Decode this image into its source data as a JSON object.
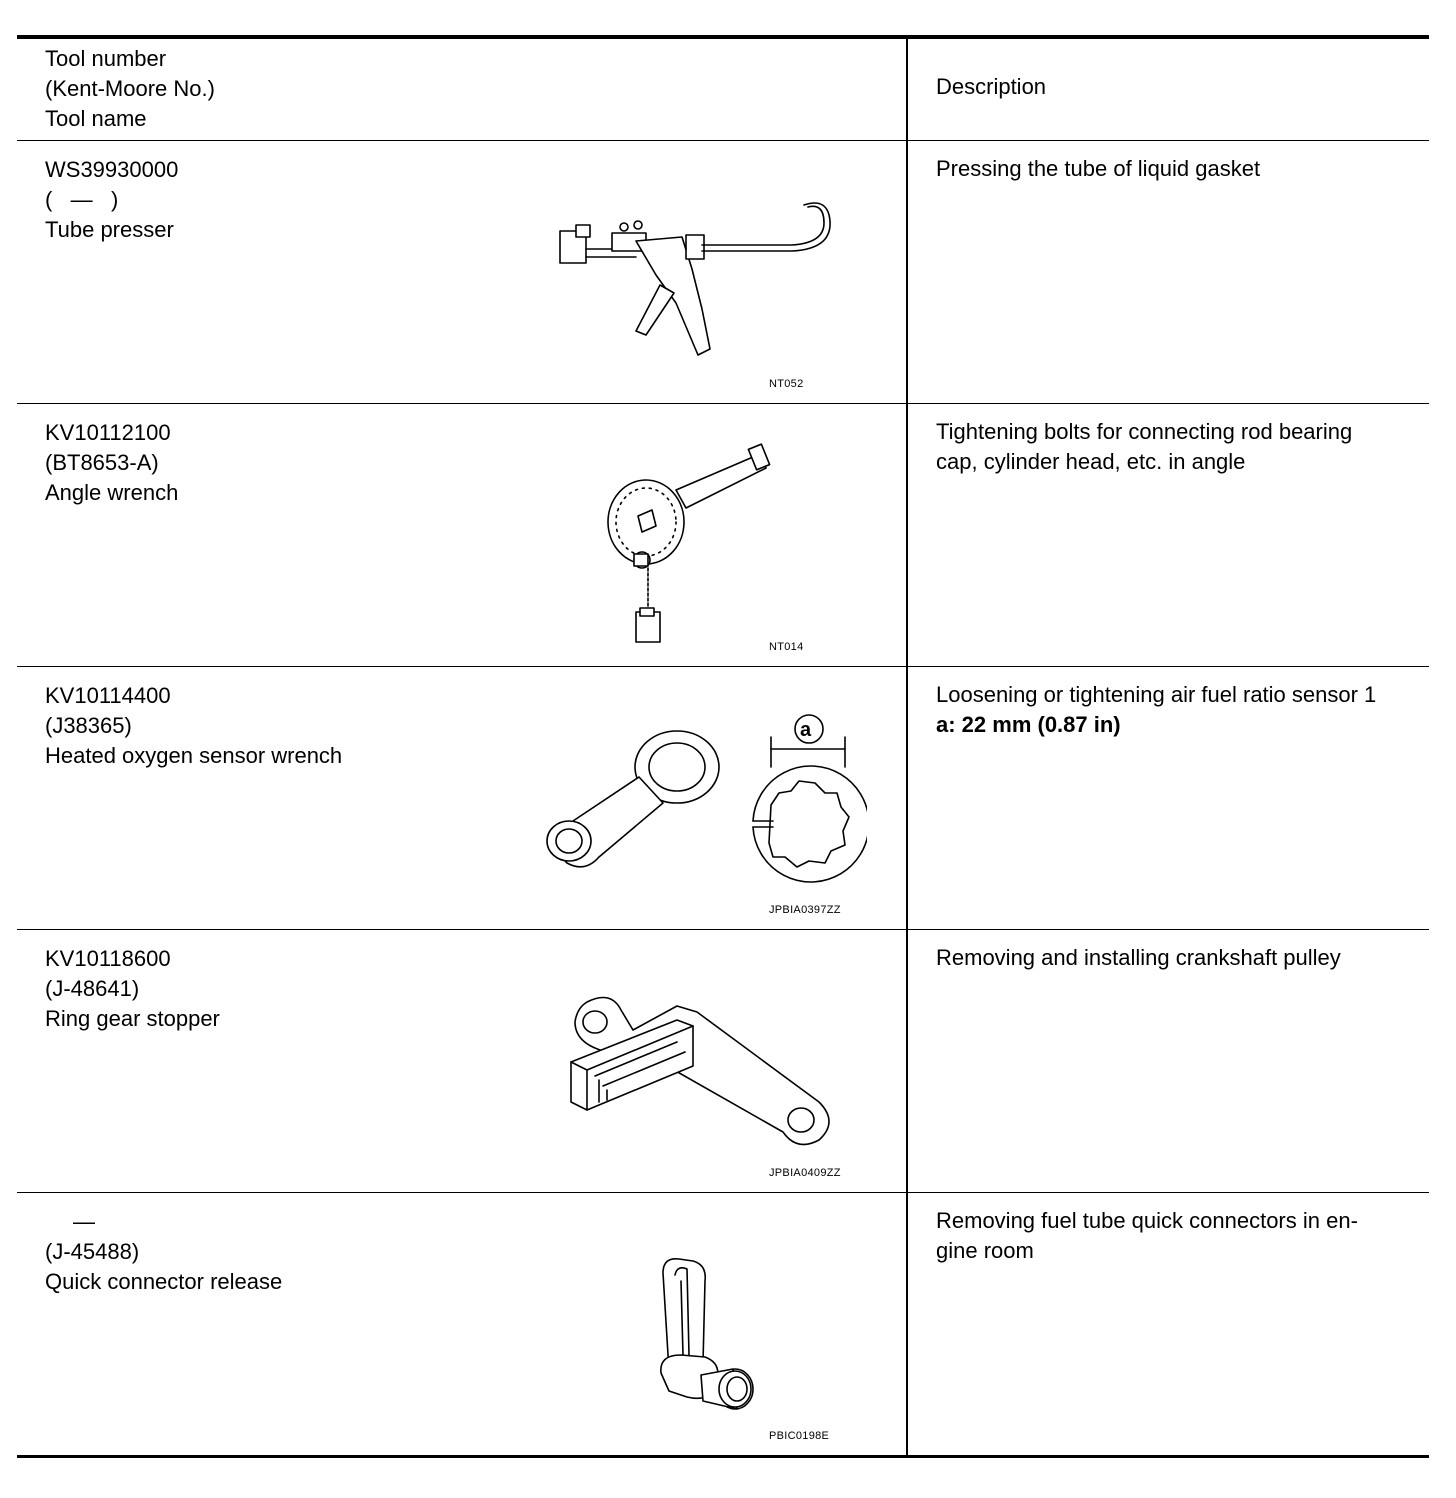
{
  "header": {
    "left": [
      "Tool number",
      "(Kent-Moore No.)",
      "Tool name"
    ],
    "right": "Description"
  },
  "rows": [
    {
      "number": "WS39930000",
      "kent_moore": "(   —   )",
      "name": "Tube presser",
      "image_code": "NT052",
      "icon": "tube-presser-icon",
      "description": [
        "Pressing the tube of liquid gasket"
      ],
      "description_bold": ""
    },
    {
      "number": "KV10112100",
      "kent_moore": "(BT8653-A)",
      "name": "Angle wrench",
      "image_code": "NT014",
      "icon": "angle-wrench-icon",
      "description": [
        "Tightening bolts for connecting rod bearing",
        "cap, cylinder head, etc. in angle"
      ],
      "description_bold": ""
    },
    {
      "number": "KV10114400",
      "kent_moore": "(J38365)",
      "name": "Heated oxygen sensor wrench",
      "image_code": "JPBIA0397ZZ",
      "icon": "oxygen-sensor-wrench-icon",
      "callout": "a",
      "description": [
        "Loosening or tightening air fuel ratio sensor 1"
      ],
      "description_bold": "a: 22 mm (0.87 in)"
    },
    {
      "number": "KV10118600",
      "kent_moore": "(J-48641)",
      "name": "Ring gear stopper",
      "image_code": "JPBIA0409ZZ",
      "icon": "ring-gear-stopper-icon",
      "description": [
        "Removing and installing crankshaft pulley"
      ],
      "description_bold": ""
    },
    {
      "number": "—",
      "kent_moore": "(J-45488)",
      "name": "Quick connector release",
      "image_code": "PBIC0198E",
      "icon": "quick-connector-release-icon",
      "description": [
        "Removing fuel tube quick connectors in en-",
        "gine room"
      ],
      "description_bold": ""
    }
  ]
}
